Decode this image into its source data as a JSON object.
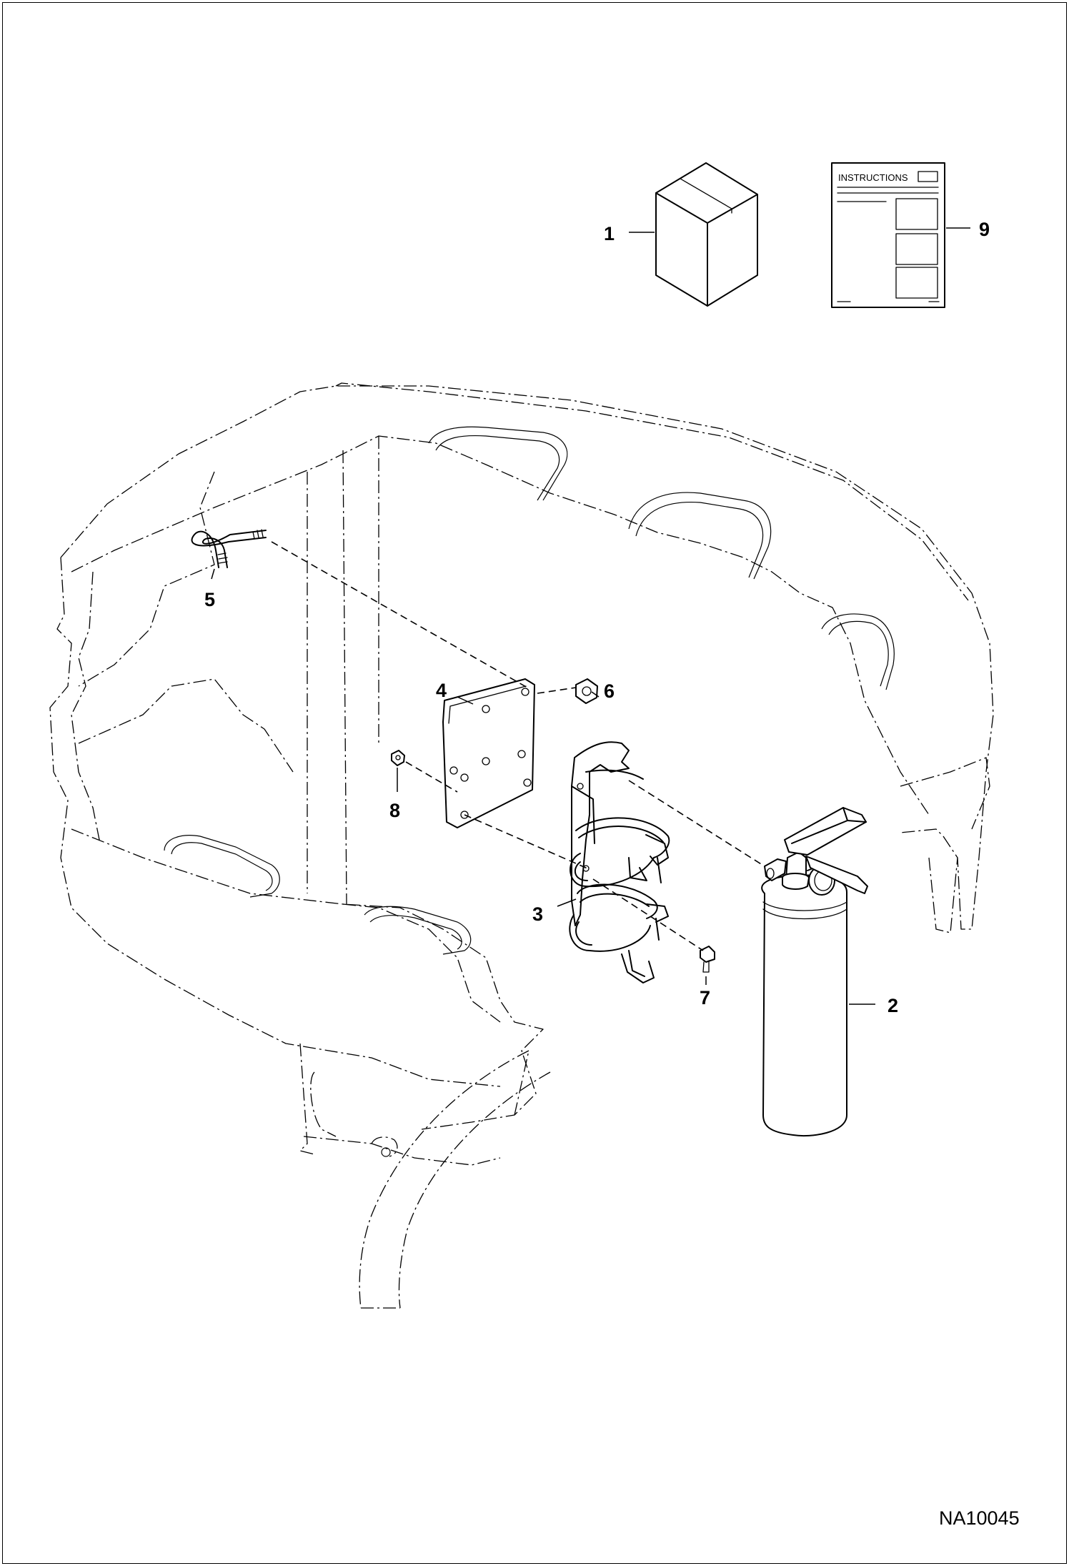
{
  "document_id": "NA10045",
  "instruction_sheet_label": "INSTRUCTIONS",
  "callouts": [
    "1",
    "2",
    "3",
    "4",
    "5",
    "6",
    "7",
    "8",
    "9"
  ]
}
